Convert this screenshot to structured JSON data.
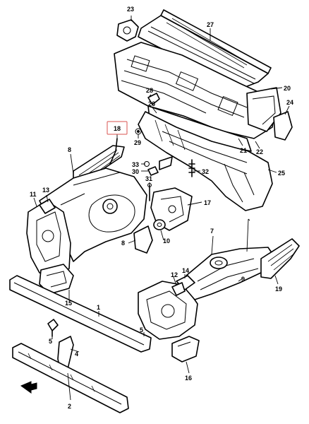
{
  "diagram": {
    "callouts": {
      "c1": "1",
      "c2": "2",
      "c4": "4",
      "c5": "5",
      "c7": "7",
      "c8": "8",
      "c9": "9",
      "c10": "10",
      "c11": "11",
      "c12": "12",
      "c13": "13",
      "c14": "14",
      "c15": "15",
      "c16": "16",
      "c17": "17",
      "c18": "18",
      "c19": "19",
      "c20": "20",
      "c21": "21",
      "c22": "22",
      "c23": "23",
      "c24": "24",
      "c25": "25",
      "c26": "26",
      "c27": "27",
      "c28": "28",
      "c29": "29",
      "c30": "30",
      "c31": "31",
      "c32": "32",
      "c33": "33"
    },
    "highlighted_callout": "18",
    "highlight_color": "#d9534f",
    "line_color": "#000000"
  }
}
